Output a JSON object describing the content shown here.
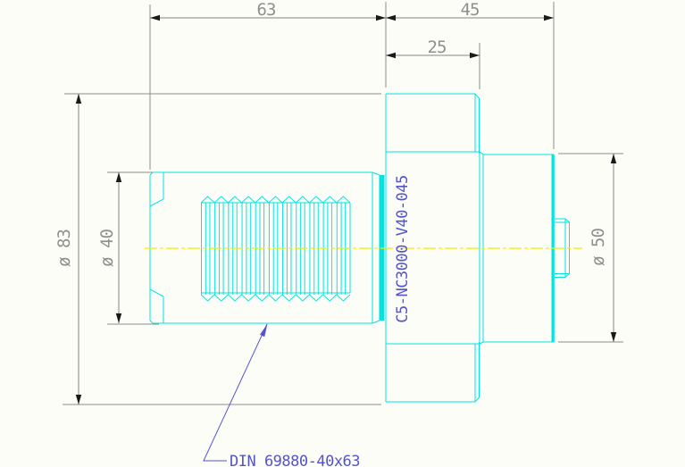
{
  "drawing": {
    "dimensions": {
      "total_length": "63",
      "body_length": "45",
      "step_length": "25",
      "flange_diameter": "ø 83",
      "shank_diameter": "ø 40",
      "body_diameter": "ø 50"
    },
    "annotations": {
      "part_code": "C5-NC3000-V40-045",
      "standard": "DIN 69880-40x63"
    },
    "colors": {
      "part_outline": "#00e4e4",
      "centerline": "#f0f000",
      "dimension_lines": "#848484",
      "dimension_text": "#8f8f8f",
      "annotation_blue": "#5454cb",
      "arrowheads": "#1a1a1a",
      "background": "#fdfdf8"
    }
  }
}
